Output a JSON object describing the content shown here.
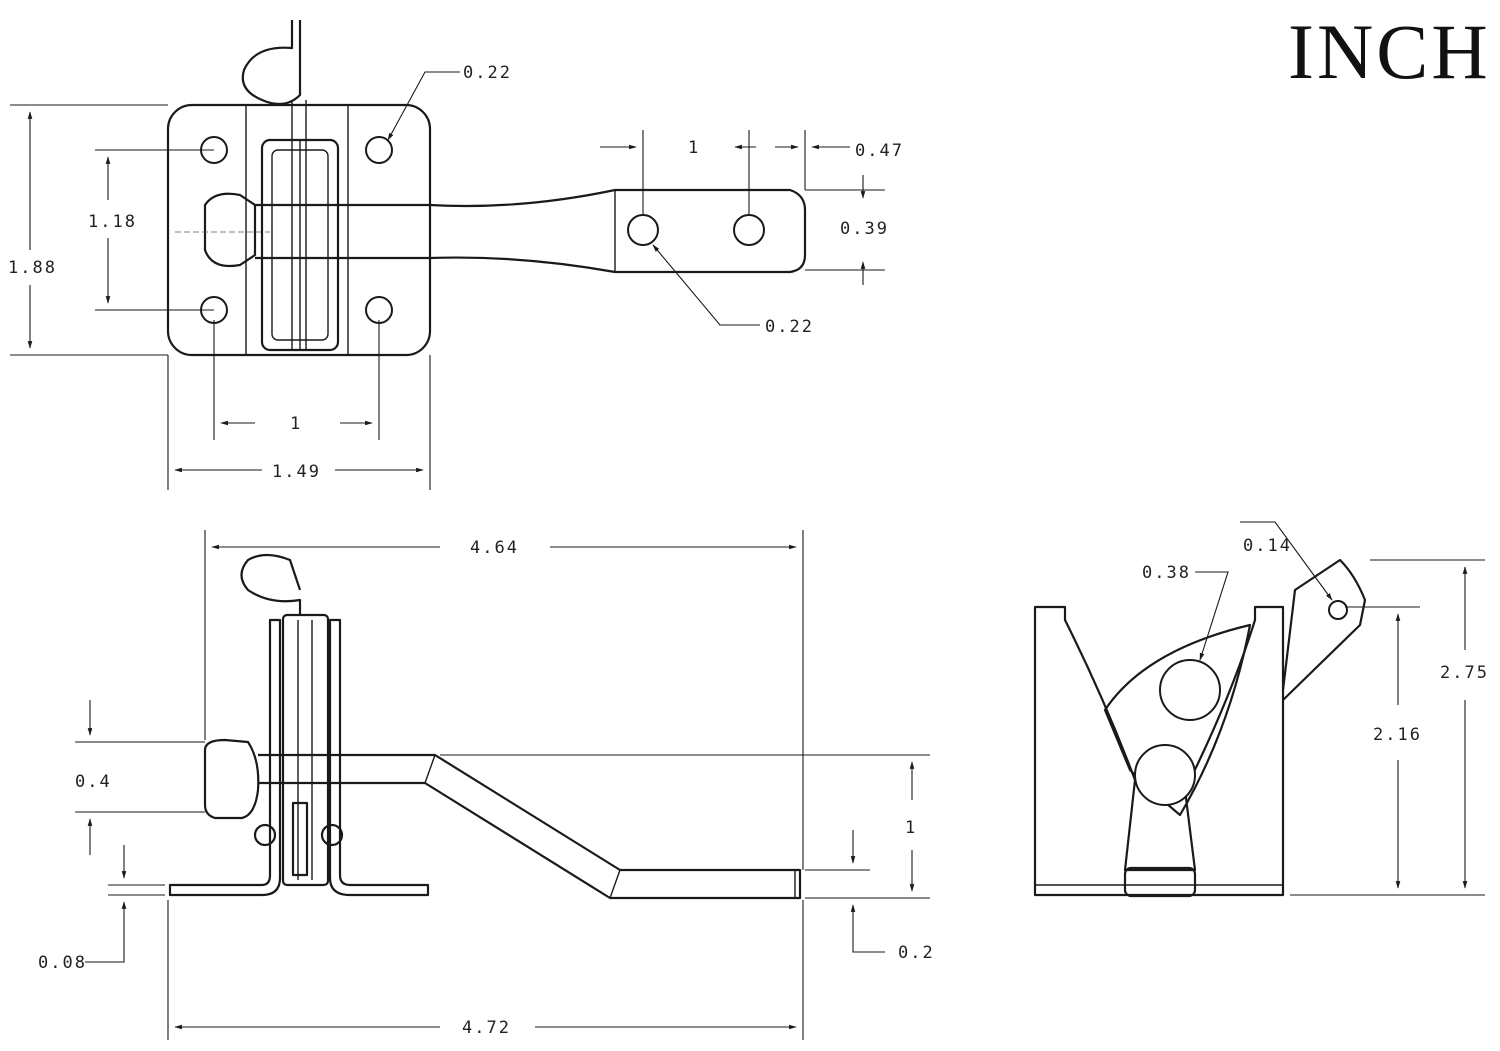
{
  "unit_label": "INCH",
  "top_view": {
    "plate_height": "1.88",
    "hole_spacing_vertical": "1.18",
    "hole_diameter": "0.22",
    "hole_spacing_horizontal": "1",
    "plate_width": "1.49",
    "bolt_hole_spacing": "1",
    "bolt_end_offset": "0.47",
    "bolt_width": "0.39",
    "bolt_hole_diameter": "0.22"
  },
  "side_view": {
    "overall_length_upper": "4.64",
    "knob_height": "0.4",
    "plate_thickness": "0.08",
    "bolt_drop": "1",
    "bolt_thickness": "0.2",
    "overall_length_lower": "4.72"
  },
  "end_view": {
    "pin_hole": "0.14",
    "pivot_hole": "0.38",
    "overall_height": "2.75",
    "body_height": "2.16"
  }
}
